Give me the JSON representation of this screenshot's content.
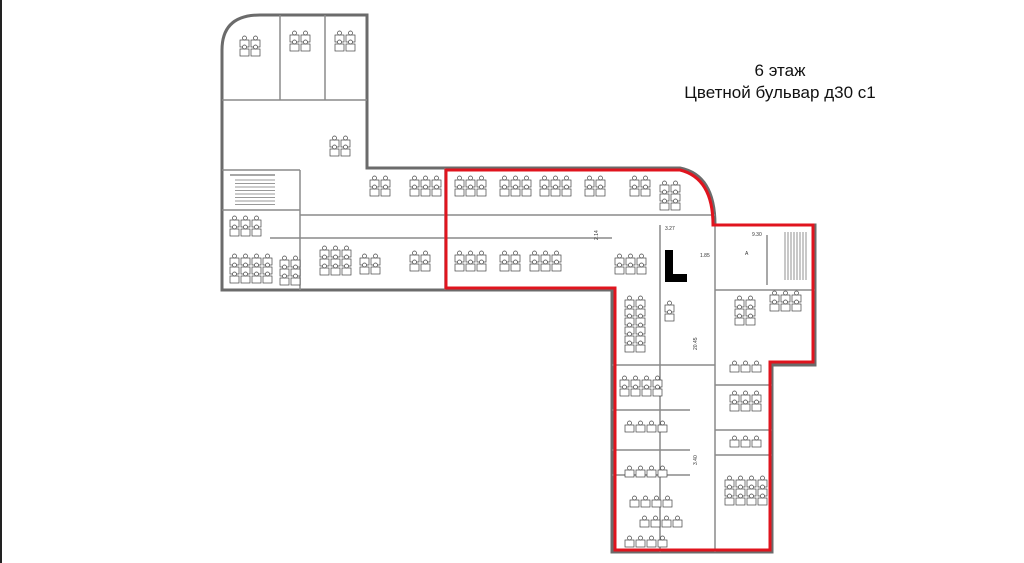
{
  "title": {
    "floor": "6 этаж",
    "address": "Цветной бульвар д30 с1"
  },
  "plan": {
    "highlight_color": "#e0141e",
    "wall_color": "#6b6b6b",
    "dimension_labels": [
      "2.14",
      "1.85",
      "9.30",
      "A",
      "3.27",
      "20.45",
      "3.40"
    ]
  }
}
